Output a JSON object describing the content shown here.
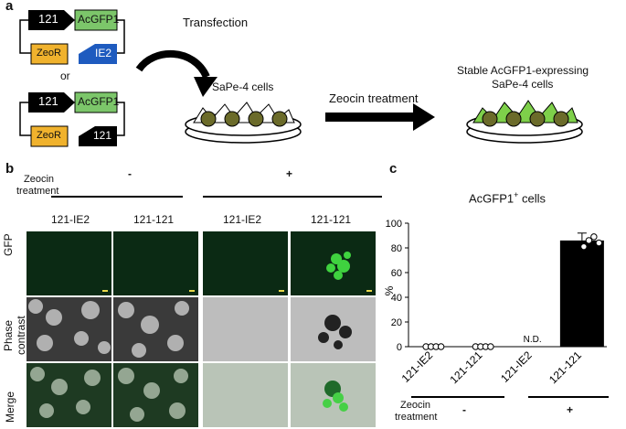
{
  "panel_a": {
    "letter": "a",
    "plasmid1": {
      "promoter": "121",
      "gene": "AcGFP1",
      "resistance": "ZeoR",
      "promoter2": "IE2"
    },
    "or_text": "or",
    "plasmid2": {
      "promoter": "121",
      "gene": "AcGFP1",
      "resistance": "ZeoR",
      "promoter2": "121"
    },
    "transfection_label": "Transfection",
    "cells_label": "SaPe-4 cells",
    "treatment_label": "Zeocin treatment",
    "stable_label_line1": "Stable AcGFP1-expressing",
    "stable_label_line2": "SaPe-4 cells"
  },
  "panel_b": {
    "letter": "b",
    "zeocin_line1": "Zeocin",
    "zeocin_line2": "treatment",
    "minus": "-",
    "plus": "+",
    "columns": [
      "121-IE2",
      "121-121",
      "121-IE2",
      "121-121"
    ],
    "rows": [
      "GFP",
      "Phase contrast",
      "Merge"
    ],
    "row_phase_line1": "Phase",
    "row_phase_line2": "contrast"
  },
  "panel_c": {
    "letter": "c",
    "title_main": "AcGFP1",
    "title_sup": "+",
    "title_rest": " cells",
    "nd_label": "N.D.",
    "zeocin_line1": "Zeocin",
    "zeocin_line2": "treatment",
    "minus": "-",
    "plus": "+"
  },
  "chart_data": {
    "type": "bar",
    "title": "AcGFP1+ cells",
    "categories": [
      "121-IE2",
      "121-121",
      "121-IE2",
      "121-121"
    ],
    "values": [
      0,
      0,
      null,
      86
    ],
    "error": [
      0,
      0,
      null,
      6
    ],
    "points": [
      [
        0,
        0,
        0,
        0
      ],
      [
        0,
        0,
        0,
        0
      ],
      [],
      [
        81,
        86,
        89,
        84
      ]
    ],
    "annotations": [
      "",
      "",
      "N.D.",
      ""
    ],
    "ylabel": "%",
    "ylim": [
      0,
      100
    ],
    "yticks": [
      0,
      20,
      40,
      60,
      80,
      100
    ],
    "colors": {
      "bar": "#000000"
    }
  }
}
